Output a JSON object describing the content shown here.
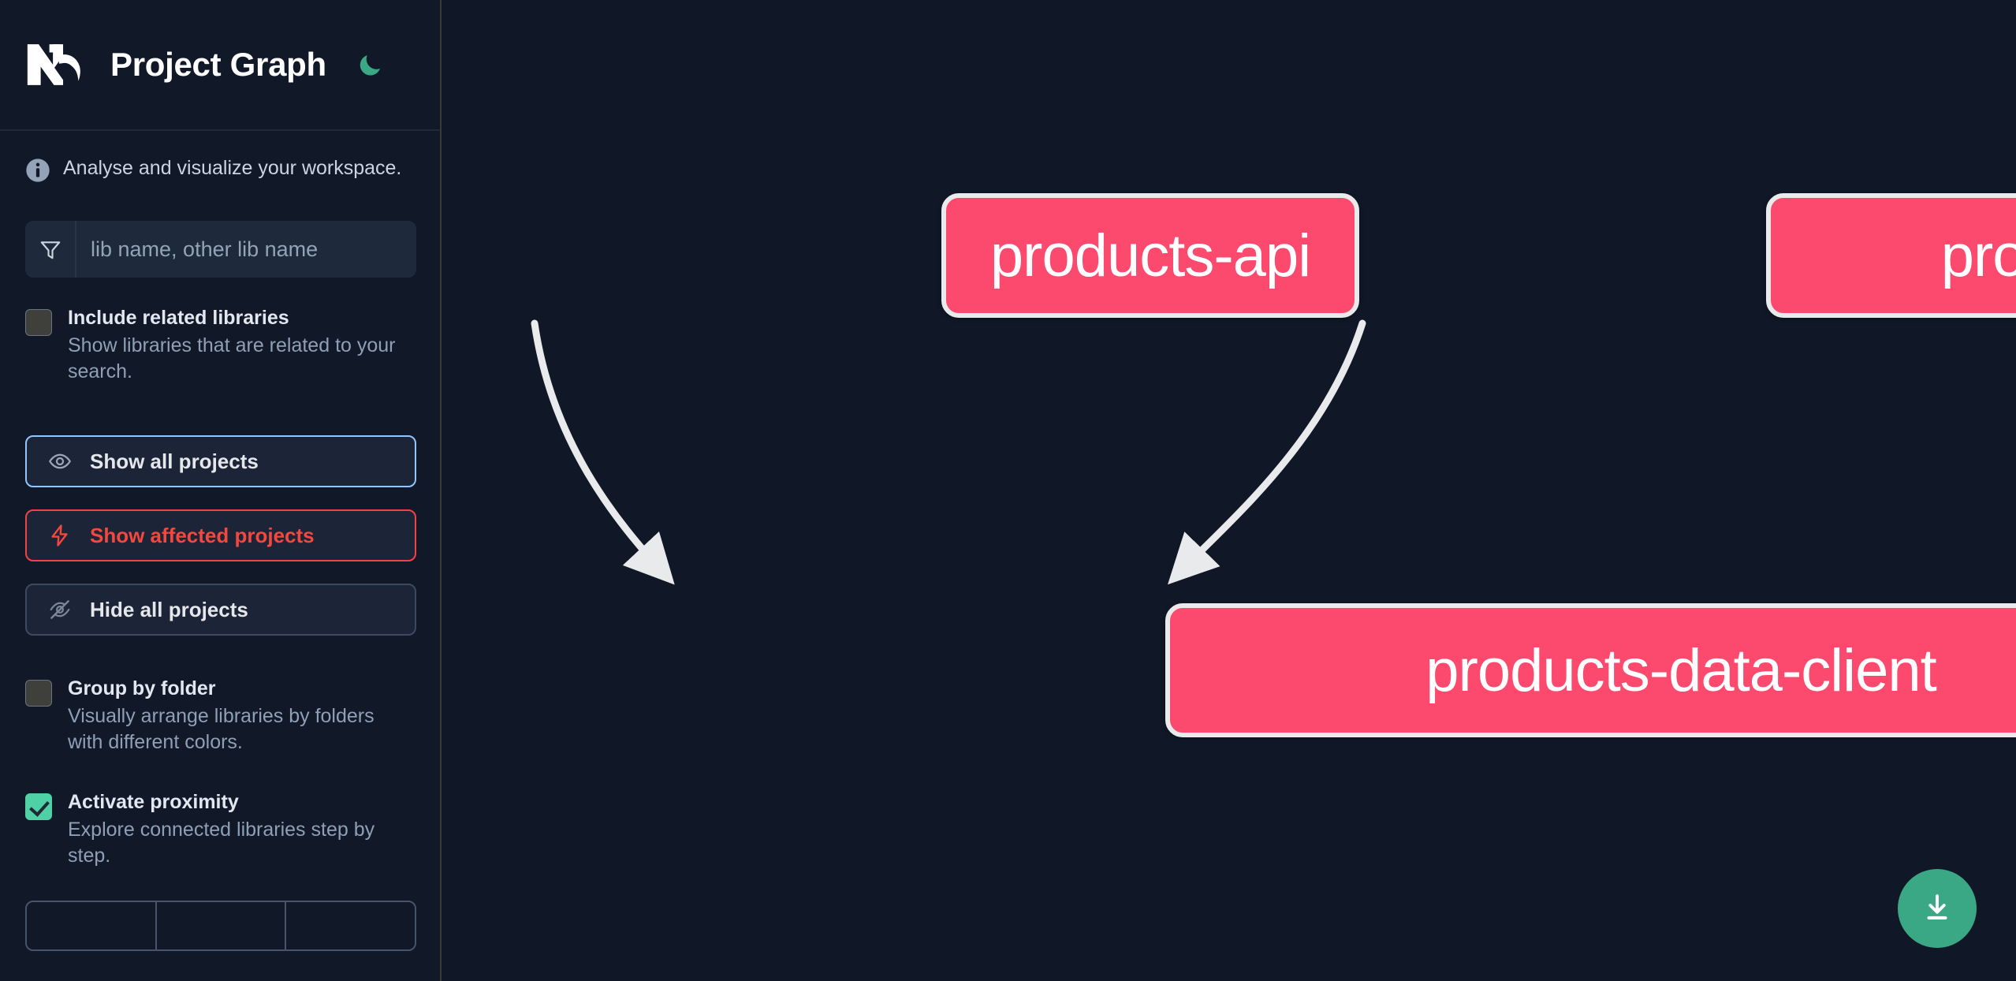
{
  "app": {
    "title": "Project Graph",
    "logo_icon": "nx-logo-icon",
    "theme_toggle_icon": "moon-icon",
    "theme_accent": "#4fd1a5",
    "background": "#101828",
    "sidebar_background": "#111827"
  },
  "sidebar": {
    "note": {
      "icon": "info-icon",
      "text": "Analyse and visualize your workspace."
    },
    "filter": {
      "icon": "funnel-icon",
      "value": "",
      "placeholder": "lib name, other lib name"
    },
    "checkboxes": [
      {
        "id": "include-related-libraries",
        "title": "Include related libraries",
        "description": "Show libraries that are related to your search.",
        "checked": false
      },
      {
        "id": "group-by-folder",
        "title": "Group by folder",
        "description": "Visually arrange libraries by folders with different colors.",
        "checked": false
      },
      {
        "id": "activate-proximity",
        "title": "Activate proximity",
        "description": "Explore connected libraries step by step.",
        "checked": true
      }
    ],
    "buttons": [
      {
        "id": "show-all-projects",
        "label": "Show all projects",
        "icon": "eye-icon",
        "variant": "primary"
      },
      {
        "id": "show-affected-projects",
        "label": "Show affected projects",
        "icon": "bolt-icon",
        "variant": "danger"
      },
      {
        "id": "hide-all-projects",
        "label": "Hide all projects",
        "icon": "eye-off-icon",
        "variant": "default"
      }
    ],
    "segmented_control": [
      {
        "id": "segment-1",
        "label": ""
      },
      {
        "id": "segment-2",
        "label": ""
      },
      {
        "id": "segment-3",
        "label": ""
      }
    ],
    "scrollbar": {
      "visible": true
    }
  },
  "graph": {
    "nodes": [
      {
        "id": "products-api",
        "label": "products-api",
        "color": "#fb4a6d",
        "border": "#e9eaec"
      },
      {
        "id": "products-cli",
        "label": "products-cli",
        "color": "#fb4a6d",
        "border": "#e9eaec"
      },
      {
        "id": "products-data-client",
        "label": "products-data-client",
        "color": "#fb4a6d",
        "border": "#e9eaec"
      }
    ],
    "edges": [
      {
        "from": "products-api",
        "to": "products-data-client"
      },
      {
        "from": "products-cli",
        "to": "products-data-client"
      }
    ],
    "edge_color": "#e9eaec"
  },
  "download_button": {
    "icon": "download-icon",
    "color": "#3aa884"
  }
}
